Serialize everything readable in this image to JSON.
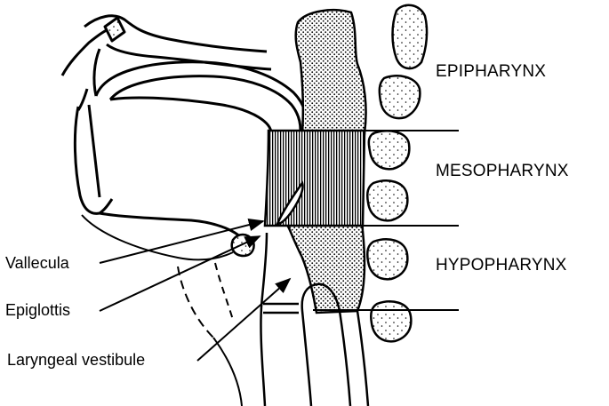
{
  "regions": {
    "epipharynx": "EPIPHARYNX",
    "mesopharynx": "MESOPHARYNX",
    "hypopharynx": "HYPOPHARYNX"
  },
  "callouts": {
    "vallecula": "Vallecula",
    "epiglottis": "Epiglottis",
    "laryngeal_vestibule": "Laryngeal vestibule"
  },
  "colors": {
    "ink": "#000000",
    "background": "#ffffff"
  }
}
